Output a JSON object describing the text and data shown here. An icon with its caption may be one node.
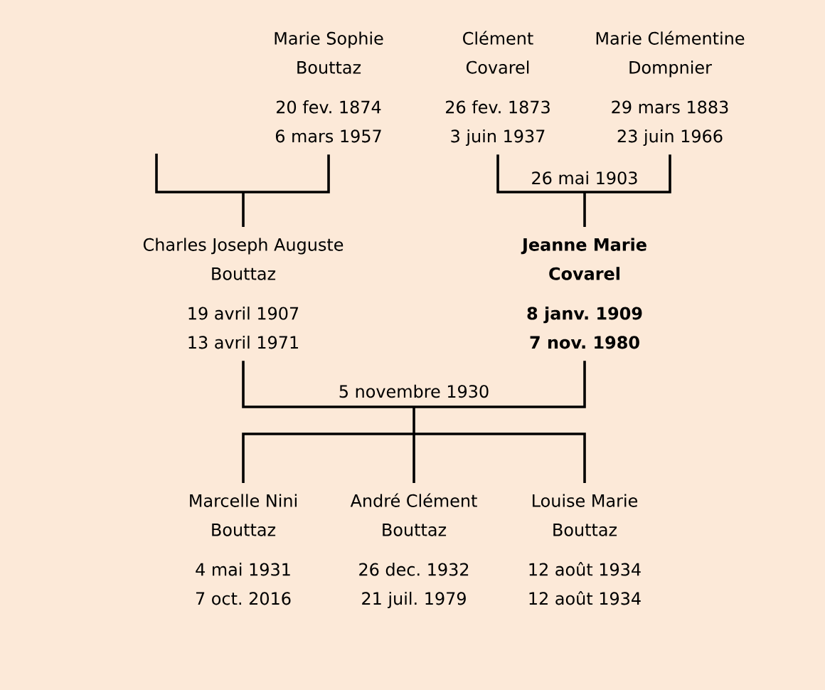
{
  "diagram": {
    "nodes": [
      {
        "text": [
          "Marie Sophie Bouttaz",
          "20 fev. 1874",
          "6 mars 1957"
        ]
      },
      {
        "text": [
          "Clément Covarel",
          "26 fev. 1873",
          "3 juin 1937"
        ]
      },
      {
        "text": [
          "Marie Clémentine Dompnier",
          "29 mars 1883",
          "23 juin 1966"
        ]
      },
      {
        "text": [
          "Charles Joseph Auguste Bouttaz",
          "19 avril 1907",
          "13 avril 1971"
        ]
      },
      {
        "text": [
          "Jeanne Marie Covarel",
          "8 janv. 1909",
          "7 nov. 1980"
        ]
      },
      {
        "text": [
          "Marcelle Nini Bouttaz",
          "4 mai 1931",
          "7 oct. 2016"
        ]
      },
      {
        "text": [
          "André Clément Bouttaz",
          "26 dec. 1932",
          "21 juil. 1979"
        ]
      },
      {
        "text": [
          "Louise Marie Bouttaz",
          "12 août 1934",
          "12 août 1934"
        ]
      }
    ],
    "edges": [
      {
        "from": null,
        "to": 3,
        "arrow": "none"
      },
      {
        "from": 0,
        "to": 3,
        "arrow": "none"
      },
      {
        "from": 1,
        "to": 4,
        "arrow": "none"
      },
      {
        "from": 2,
        "to": 4,
        "arrow": "none"
      },
      {
        "from": 3,
        "to": 5,
        "arrow": "none"
      },
      {
        "from": 3,
        "to": 6,
        "arrow": "none"
      },
      {
        "from": 3,
        "to": 7,
        "arrow": "none"
      },
      {
        "from": 4,
        "to": 5,
        "arrow": "none"
      },
      {
        "from": 4,
        "to": 6,
        "arrow": "none"
      },
      {
        "from": 4,
        "to": 7,
        "arrow": "none"
      }
    ],
    "labels": [
      "26 mai 1903",
      "5 novembre 1930"
    ]
  }
}
